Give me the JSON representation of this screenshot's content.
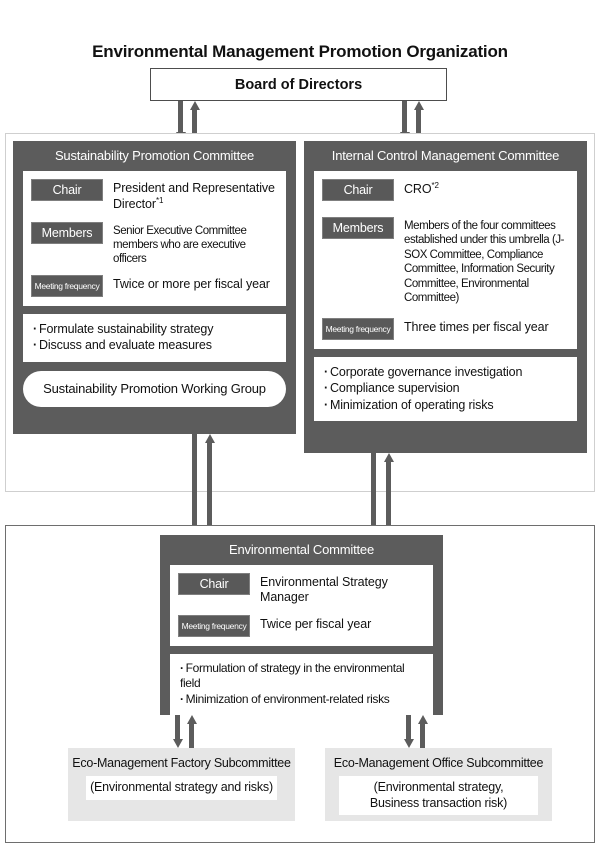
{
  "title": "Environmental Management Promotion Organization",
  "board": {
    "label": "Board of Directors"
  },
  "labels": {
    "chair": "Chair",
    "members": "Members",
    "meeting_frequency": "Meeting frequency"
  },
  "committees": {
    "sustainability": {
      "title": "Sustainability Promotion Committee",
      "chair": "President and Representative Director",
      "chair_footnote": "*1",
      "members": "Senior Executive Committee members who are executive officers",
      "meeting_frequency": "Twice or more per fiscal year",
      "bullets": [
        "Formulate sustainability strategy",
        "Discuss and evaluate measures"
      ],
      "working_group": "Sustainability Promotion Working Group"
    },
    "internal_control": {
      "title": "Internal Control Management Committee",
      "chair": "CRO",
      "chair_footnote": "*2",
      "members": "Members of the four committees established under this umbrella (J-SOX Committee, Compliance Committee, Information Security Committee, Environmental Committee)",
      "meeting_frequency": "Three times per fiscal year",
      "bullets": [
        "Corporate governance investigation",
        "Compliance supervision",
        "Minimization of operating risks"
      ]
    },
    "environmental": {
      "title": "Environmental Committee",
      "chair": "Environmental Strategy Manager",
      "meeting_frequency": "Twice per fiscal year",
      "bullets": [
        "Formulation of strategy in the environmental field",
        "Minimization of environment-related risks"
      ]
    }
  },
  "subcommittees": [
    {
      "title": "Eco-Management Factory Subcommittee",
      "body": "(Environmental strategy and risks)"
    },
    {
      "title": "Eco-Management Office Subcommittee",
      "body": "(Environmental strategy,\nBusiness transaction risk)"
    }
  ],
  "colors": {
    "committee_fill": "#5c5c5c",
    "badge_fill": "#595959",
    "arrow": "#5c5c5c",
    "subcommittee_fill": "#e6e6e6",
    "panel_border": "#cfcfcf"
  }
}
